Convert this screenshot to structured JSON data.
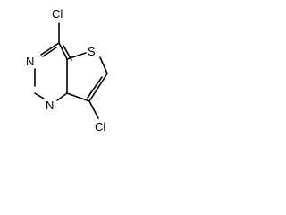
{
  "molecule": {
    "atoms": {
      "cl_top": "Cl",
      "n3": "N",
      "n1": "N",
      "s": "S",
      "cl_bottom": "Cl"
    }
  }
}
